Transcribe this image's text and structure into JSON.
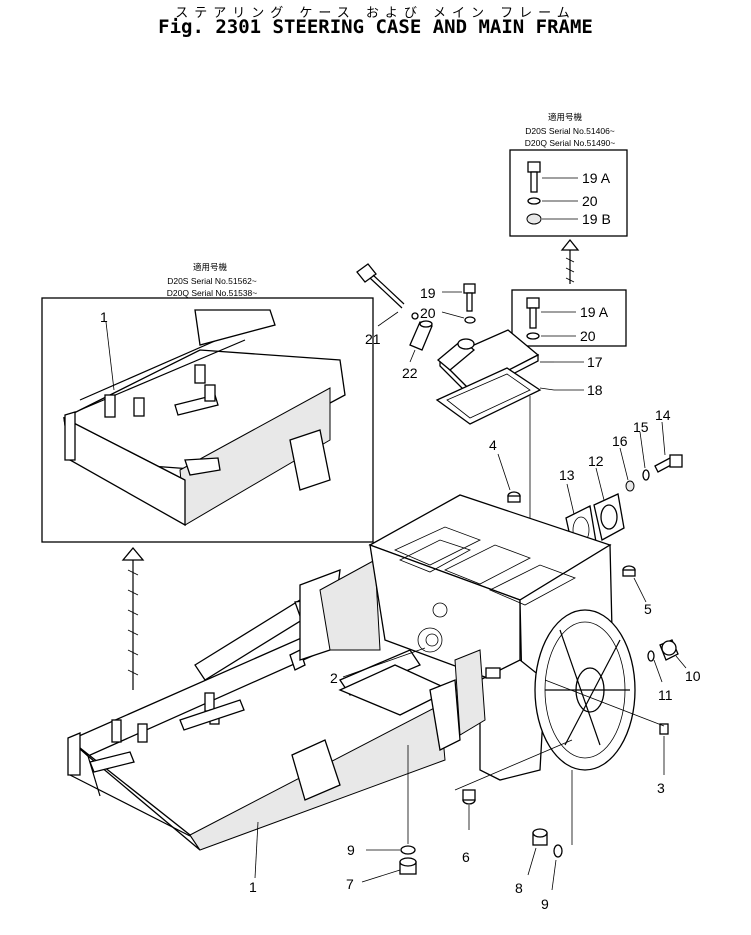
{
  "header": {
    "title_jp": "ステアリング ケース および メイン フレーム",
    "title": "Fig. 2301 STEERING CASE AND MAIN FRAME"
  },
  "inset_frame": {
    "heading": "適用号機",
    "serial_1": "D20S  Serial No.51562~",
    "serial_2": "D20Q  Serial No.51538~"
  },
  "inset_bolt": {
    "heading": "適用号機",
    "serial_1": "D20S  Serial No.51406~",
    "serial_2": "D20Q  Serial No.51490~"
  },
  "callouts": {
    "c1_inset": "1",
    "c1_main": "1",
    "c2": "2",
    "c3": "3",
    "c4": "4",
    "c5": "5",
    "c6": "6",
    "c7": "7",
    "c8": "8",
    "c9_left": "9",
    "c9_right": "9",
    "c10": "10",
    "c11": "11",
    "c12": "12",
    "c13": "13",
    "c14": "14",
    "c15": "15",
    "c16": "16",
    "c17": "17",
    "c18": "18",
    "c19": "19",
    "c19a_top": "19 A",
    "c19a_mid": "19 A",
    "c19b": "19 B",
    "c20_top": "20",
    "c20_mid": "20",
    "c20_left": "20",
    "c21": "21",
    "c22": "22"
  }
}
